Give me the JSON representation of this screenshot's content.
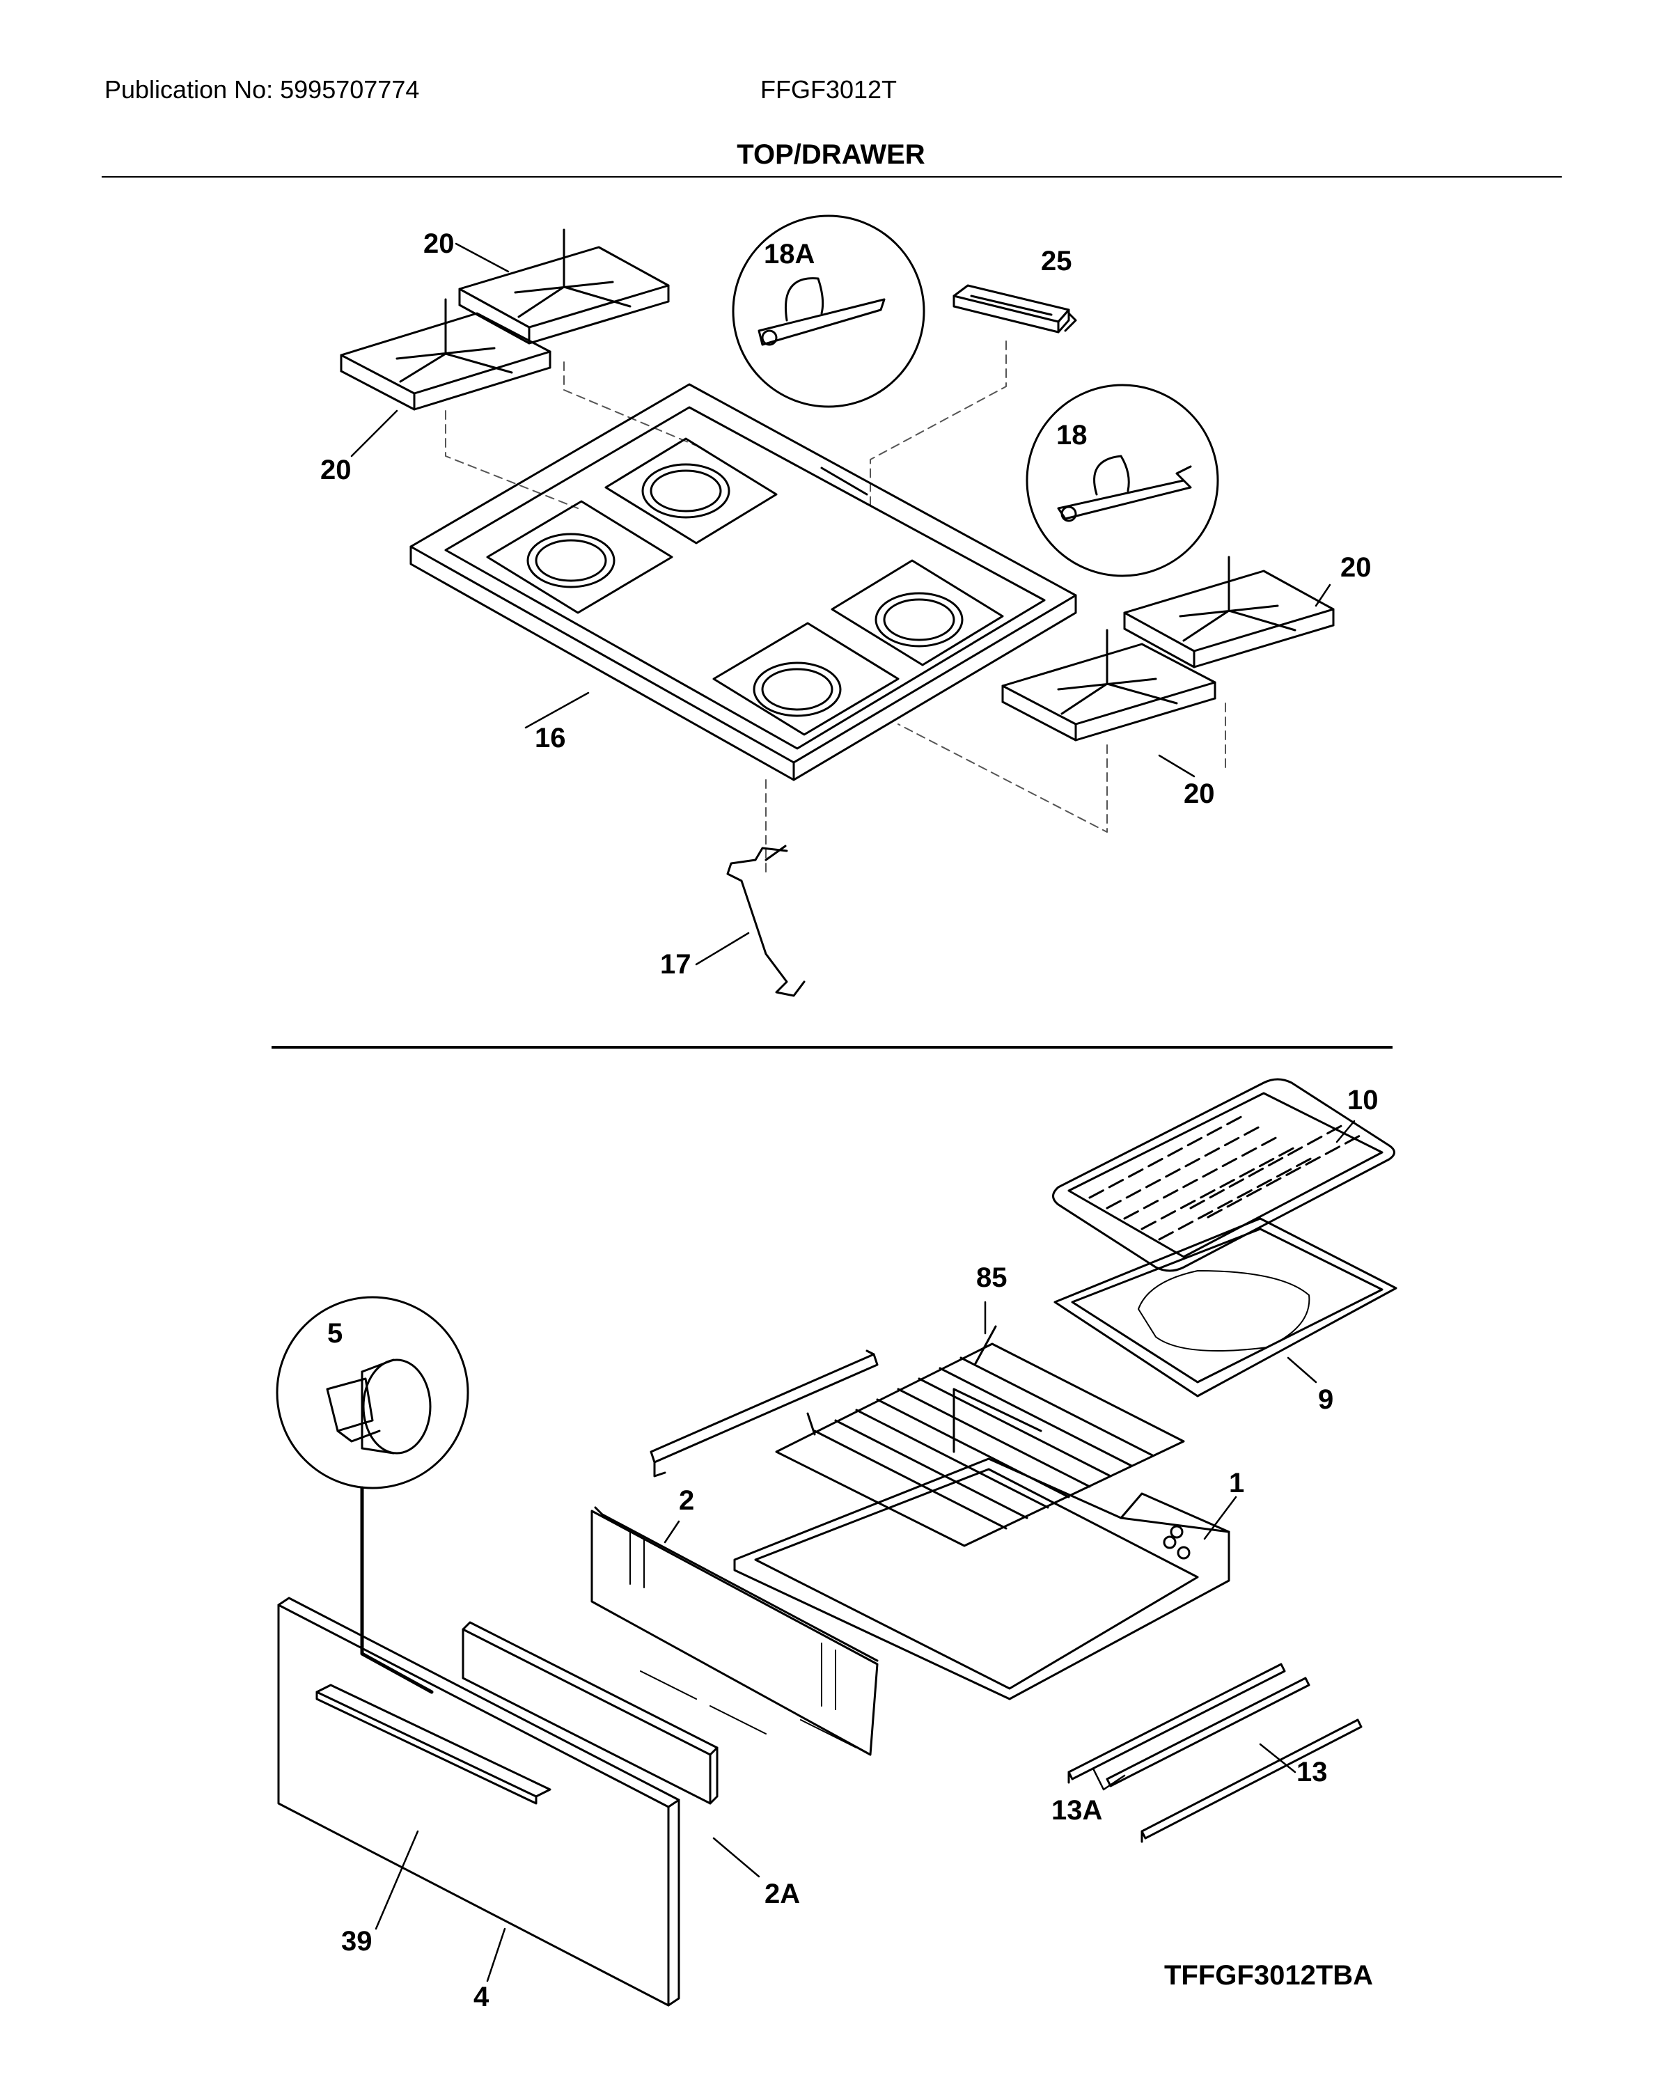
{
  "header": {
    "publication": "Publication No: 5995707774",
    "model": "FFGF3012T",
    "title": "TOP/DRAWER"
  },
  "labels": {
    "p20a": "20",
    "p20b": "20",
    "p20c": "20",
    "p20d": "20",
    "p18a": "18A",
    "p18": "18",
    "p25": "25",
    "p16": "16",
    "p17": "17",
    "p10": "10",
    "p85": "85",
    "p9": "9",
    "p5": "5",
    "p1": "1",
    "p2": "2",
    "p2a": "2A",
    "p13": "13",
    "p13a": "13A",
    "p39": "39",
    "p4": "4"
  },
  "figure_id": "TFFGF3012TBA",
  "colors": {
    "line": "#000000",
    "background": "#ffffff",
    "dash": "#555555"
  }
}
